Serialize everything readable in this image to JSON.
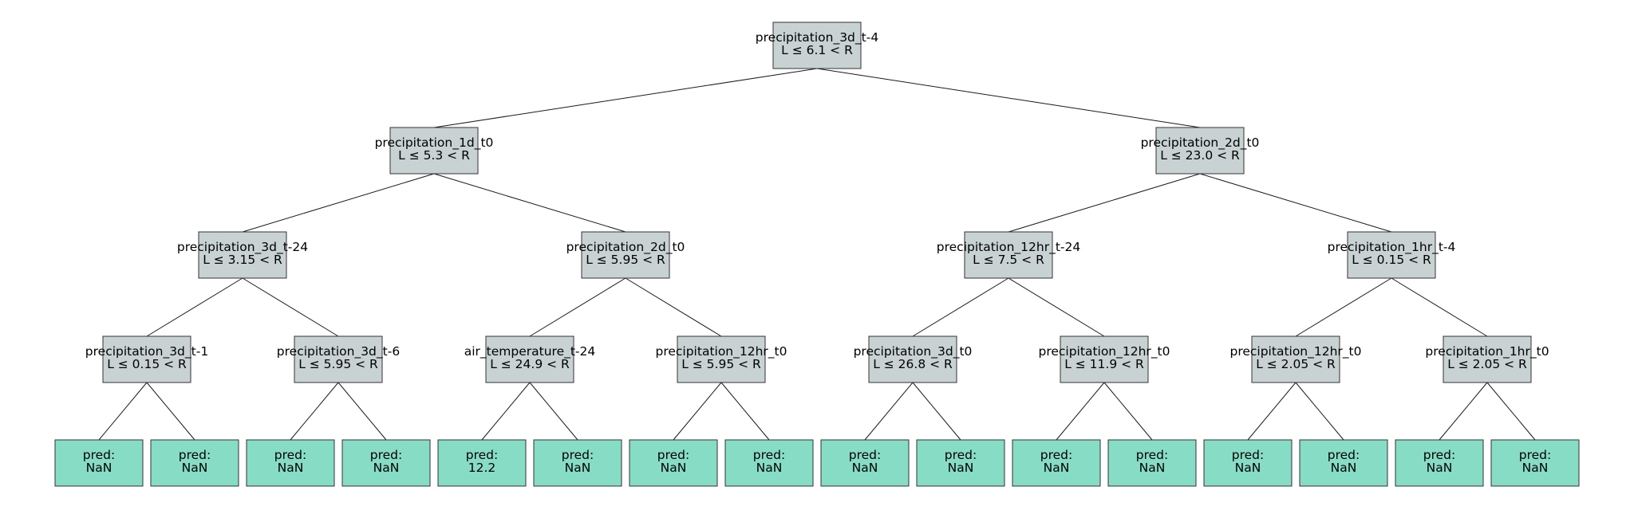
{
  "colors": {
    "split_fill": "#c8d2d3",
    "leaf_fill": "#86dcc4"
  },
  "tree": {
    "feature": "precipitation_3d_t-4",
    "rule": "L ≤ 6.1 < R",
    "children": [
      {
        "feature": "precipitation_1d_t0",
        "rule": "L ≤ 5.3 < R",
        "children": [
          {
            "feature": "precipitation_3d_t-24",
            "rule": "L ≤ 3.15 < R",
            "children": [
              {
                "feature": "precipitation_3d_t-1",
                "rule": "L ≤ 0.15 < R",
                "children": [
                  {
                    "pred_label": "pred:",
                    "value": "NaN"
                  },
                  {
                    "pred_label": "pred:",
                    "value": "NaN"
                  }
                ]
              },
              {
                "feature": "precipitation_3d_t-6",
                "rule": "L ≤ 5.95 < R",
                "children": [
                  {
                    "pred_label": "pred:",
                    "value": "NaN"
                  },
                  {
                    "pred_label": "pred:",
                    "value": "NaN"
                  }
                ]
              }
            ]
          },
          {
            "feature": "precipitation_2d_t0",
            "rule": "L ≤ 5.95 < R",
            "children": [
              {
                "feature": "air_temperature_t-24",
                "rule": "L ≤ 24.9 < R",
                "children": [
                  {
                    "pred_label": "pred:",
                    "value": "12.2"
                  },
                  {
                    "pred_label": "pred:",
                    "value": "NaN"
                  }
                ]
              },
              {
                "feature": "precipitation_12hr_t0",
                "rule": "L ≤ 5.95 < R",
                "children": [
                  {
                    "pred_label": "pred:",
                    "value": "NaN"
                  },
                  {
                    "pred_label": "pred:",
                    "value": "NaN"
                  }
                ]
              }
            ]
          }
        ]
      },
      {
        "feature": "precipitation_2d_t0",
        "rule": "L ≤ 23.0 < R",
        "children": [
          {
            "feature": "precipitation_12hr_t-24",
            "rule": "L ≤ 7.5 < R",
            "children": [
              {
                "feature": "precipitation_3d_t0",
                "rule": "L ≤ 26.8 < R",
                "children": [
                  {
                    "pred_label": "pred:",
                    "value": "NaN"
                  },
                  {
                    "pred_label": "pred:",
                    "value": "NaN"
                  }
                ]
              },
              {
                "feature": "precipitation_12hr_t0",
                "rule": "L ≤ 11.9 < R",
                "children": [
                  {
                    "pred_label": "pred:",
                    "value": "NaN"
                  },
                  {
                    "pred_label": "pred:",
                    "value": "NaN"
                  }
                ]
              }
            ]
          },
          {
            "feature": "precipitation_1hr_t-4",
            "rule": "L ≤ 0.15 < R",
            "children": [
              {
                "feature": "precipitation_12hr_t0",
                "rule": "L ≤ 2.05 < R",
                "children": [
                  {
                    "pred_label": "pred:",
                    "value": "NaN"
                  },
                  {
                    "pred_label": "pred:",
                    "value": "NaN"
                  }
                ]
              },
              {
                "feature": "precipitation_1hr_t0",
                "rule": "L ≤ 2.05 < R",
                "children": [
                  {
                    "pred_label": "pred:",
                    "value": "NaN"
                  },
                  {
                    "pred_label": "pred:",
                    "value": "NaN"
                  }
                ]
              }
            ]
          }
        ]
      }
    ]
  }
}
